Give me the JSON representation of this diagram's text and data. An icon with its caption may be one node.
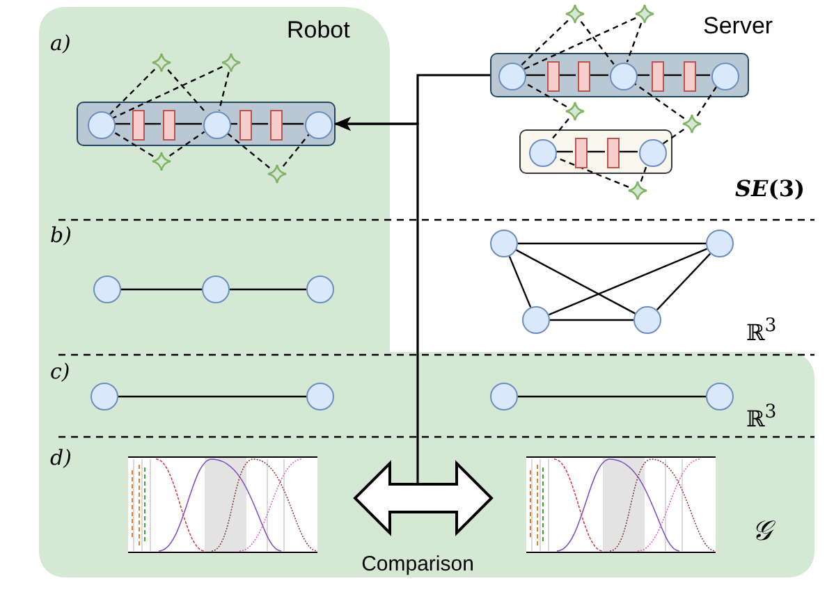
{
  "diagram": {
    "nodes": [
      {
        "text": [
          "Robot"
        ]
      },
      {
        "text": [
          "𝒢"
        ]
      },
      {
        "text": [],
        "shape": "box",
        "in": 0
      },
      {
        "text": [],
        "shape": "circle",
        "in": 2
      },
      {
        "text": [],
        "shape": "circle",
        "in": 2
      },
      {
        "text": [],
        "shape": "circle",
        "in": 2
      },
      {
        "text": [],
        "shape": "box",
        "in": 2
      },
      {
        "text": [],
        "shape": "box",
        "in": 2
      },
      {
        "text": [],
        "shape": "box",
        "in": 2
      },
      {
        "text": [],
        "shape": "box",
        "in": 2
      },
      {
        "text": [],
        "shape": "star",
        "in": 0
      },
      {
        "text": [],
        "shape": "star",
        "in": 0
      },
      {
        "text": [],
        "shape": "star",
        "in": 0
      },
      {
        "text": [],
        "shape": "star",
        "in": 0
      },
      {
        "text": [],
        "shape": "box"
      },
      {
        "text": [],
        "shape": "circle",
        "in": 14
      },
      {
        "text": [],
        "shape": "circle",
        "in": 14
      },
      {
        "text": [],
        "shape": "circle",
        "in": 14
      },
      {
        "text": [],
        "shape": "box",
        "in": 14
      },
      {
        "text": [],
        "shape": "box",
        "in": 14
      },
      {
        "text": [],
        "shape": "box",
        "in": 14
      },
      {
        "text": [],
        "shape": "box",
        "in": 14
      },
      {
        "text": [],
        "shape": "box"
      },
      {
        "text": [],
        "shape": "circle",
        "in": 22
      },
      {
        "text": [],
        "shape": "circle",
        "in": 22
      },
      {
        "text": [],
        "shape": "box",
        "in": 22
      },
      {
        "text": [],
        "shape": "box",
        "in": 22
      },
      {
        "text": [],
        "shape": "star"
      },
      {
        "text": [],
        "shape": "star"
      },
      {
        "text": [],
        "shape": "star"
      },
      {
        "text": [],
        "shape": "star"
      },
      {
        "text": [],
        "shape": "star"
      },
      {
        "text": [],
        "shape": "circle",
        "in": 0
      },
      {
        "text": [],
        "shape": "circle",
        "in": 0
      },
      {
        "text": [],
        "shape": "circle",
        "in": 0
      },
      {
        "text": [],
        "shape": "circle"
      },
      {
        "text": [],
        "shape": "circle"
      },
      {
        "text": [],
        "shape": "circle"
      },
      {
        "text": [],
        "shape": "circle"
      },
      {
        "text": [],
        "shape": "circle",
        "in": 1
      },
      {
        "text": [],
        "shape": "circle",
        "in": 1
      },
      {
        "text": [],
        "shape": "circle",
        "in": 1
      },
      {
        "text": [],
        "shape": "circle",
        "in": 1
      },
      {
        "text": [],
        "shape": "picture",
        "in": 1
      },
      {
        "text": [],
        "shape": "picture",
        "in": 1
      }
    ],
    "edges": [
      {
        "from": 3,
        "to": 6,
        "arrow": "none"
      },
      {
        "from": 6,
        "to": 7,
        "arrow": "none"
      },
      {
        "from": 7,
        "to": 4,
        "arrow": "none"
      },
      {
        "from": 4,
        "to": 8,
        "arrow": "none"
      },
      {
        "from": 8,
        "to": 9,
        "arrow": "none"
      },
      {
        "from": 9,
        "to": 5,
        "arrow": "none"
      },
      {
        "from": 10,
        "to": 3,
        "arrow": "none",
        "style": "dashed"
      },
      {
        "from": 10,
        "to": 4,
        "arrow": "none",
        "style": "dashed"
      },
      {
        "from": 11,
        "to": 3,
        "arrow": "none",
        "style": "dashed"
      },
      {
        "from": 11,
        "to": 4,
        "arrow": "none",
        "style": "dashed"
      },
      {
        "from": 12,
        "to": 3,
        "arrow": "none",
        "style": "dashed"
      },
      {
        "from": 12,
        "to": 4,
        "arrow": "none",
        "style": "dashed"
      },
      {
        "from": 13,
        "to": 4,
        "arrow": "none",
        "style": "dashed"
      },
      {
        "from": 13,
        "to": 5,
        "arrow": "none",
        "style": "dashed"
      },
      {
        "from": 15,
        "to": 18,
        "arrow": "none"
      },
      {
        "from": 18,
        "to": 19,
        "arrow": "none"
      },
      {
        "from": 19,
        "to": 16,
        "arrow": "none"
      },
      {
        "from": 16,
        "to": 20,
        "arrow": "none"
      },
      {
        "from": 20,
        "to": 21,
        "arrow": "none"
      },
      {
        "from": 21,
        "to": 17,
        "arrow": "none"
      },
      {
        "from": 23,
        "to": 25,
        "arrow": "none"
      },
      {
        "from": 25,
        "to": 26,
        "arrow": "none"
      },
      {
        "from": 26,
        "to": 24,
        "arrow": "none"
      },
      {
        "from": 27,
        "to": 15,
        "arrow": "none",
        "style": "dashed"
      },
      {
        "from": 27,
        "to": 16,
        "arrow": "none",
        "style": "dashed"
      },
      {
        "from": 28,
        "to": 15,
        "arrow": "none",
        "style": "dashed"
      },
      {
        "from": 28,
        "to": 16,
        "arrow": "none",
        "style": "dashed"
      },
      {
        "from": 29,
        "to": 15,
        "arrow": "none",
        "style": "dashed"
      },
      {
        "from": 29,
        "to": 23,
        "arrow": "none",
        "style": "dashed"
      },
      {
        "from": 30,
        "to": 16,
        "arrow": "none",
        "style": "dashed"
      },
      {
        "from": 30,
        "to": 17,
        "arrow": "none",
        "style": "dashed"
      },
      {
        "from": 30,
        "to": 24,
        "arrow": "none",
        "style": "dashed"
      },
      {
        "from": 31,
        "to": 23,
        "arrow": "none",
        "style": "dashed"
      },
      {
        "from": 31,
        "to": 24,
        "arrow": "none",
        "style": "dashed"
      },
      {
        "from": 32,
        "to": 33,
        "arrow": "none"
      },
      {
        "from": 33,
        "to": 34,
        "arrow": "none"
      },
      {
        "from": 35,
        "to": 36,
        "arrow": "none"
      },
      {
        "from": 35,
        "to": 37,
        "arrow": "none"
      },
      {
        "from": 35,
        "to": 38,
        "arrow": "none"
      },
      {
        "from": 36,
        "to": 37,
        "arrow": "none"
      },
      {
        "from": 36,
        "to": 38,
        "arrow": "none"
      },
      {
        "from": 37,
        "to": 38,
        "arrow": "none"
      },
      {
        "from": 39,
        "to": 40,
        "arrow": "none"
      },
      {
        "from": 41,
        "to": 42,
        "arrow": "none"
      },
      {
        "from": 14,
        "to": 2,
        "arrow": "to"
      },
      {
        "from": null,
        "to": 2,
        "arrow": "to"
      },
      {
        "from": 43,
        "to": 44,
        "arrow": "both",
        "label": "Comparison"
      }
    ],
    "labels": [
      "Server",
      "a)",
      "*SE*(3)",
      "b)",
      "ℝ$^{3}$",
      "c)",
      "ℝ$^{3}$",
      "d)"
    ]
  }
}
